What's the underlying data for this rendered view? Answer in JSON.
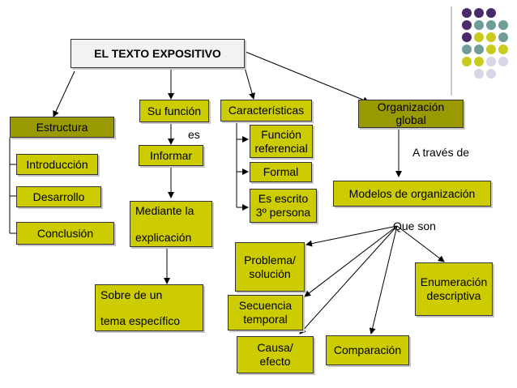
{
  "title": "EL TEXTO EXPOSITIVO",
  "nodes": {
    "estructura": "Estructura",
    "introduccion": "Introducción",
    "desarrollo": "Desarrollo",
    "conclusion": "Conclusión",
    "su_funcion": "Su función",
    "informar": "Informar",
    "mediante": "Mediante la\n\nexplicación",
    "sobre": "Sobre de un\n\ntema específico",
    "caracteristicas": "Características",
    "funcion_referencial": "Función\nreferencial",
    "formal": "Formal",
    "es_escrito": "Es escrito\n3º persona",
    "organizacion_global": "Organización\nglobal",
    "modelos": "Modelos de organización",
    "problema": "Problema/\nsolución",
    "secuencia": "Secuencia\ntemporal",
    "causa": "Causa/\nefecto",
    "comparacion": "Comparación",
    "enumeracion": "Enumeración\ndescriptiva"
  },
  "connectors": {
    "es": "es",
    "a_traves_de": "A través de",
    "que_son": "Que son"
  },
  "colors": {
    "title_fill": "#f2f2f2",
    "yellow_fill": "#cccc00",
    "olive_fill": "#999900",
    "dot_purple": "#4b2a6b",
    "dot_teal": "#6f9e99",
    "dot_lime": "#c9cc1c",
    "dot_lavender": "#d8d6e6"
  },
  "decoration": {
    "dot_grid": [
      [
        "dot_purple",
        "dot_purple",
        "dot_purple",
        ""
      ],
      [
        "dot_purple",
        "dot_teal",
        "dot_teal",
        "dot_teal"
      ],
      [
        "dot_purple",
        "dot_lime",
        "dot_lime",
        "dot_teal"
      ],
      [
        "dot_teal",
        "dot_teal",
        "dot_lime",
        "dot_lime"
      ],
      [
        "dot_lime",
        "dot_lime",
        "dot_lavender",
        "dot_lavender"
      ],
      [
        "",
        "dot_lavender",
        "dot_lavender",
        ""
      ]
    ]
  }
}
